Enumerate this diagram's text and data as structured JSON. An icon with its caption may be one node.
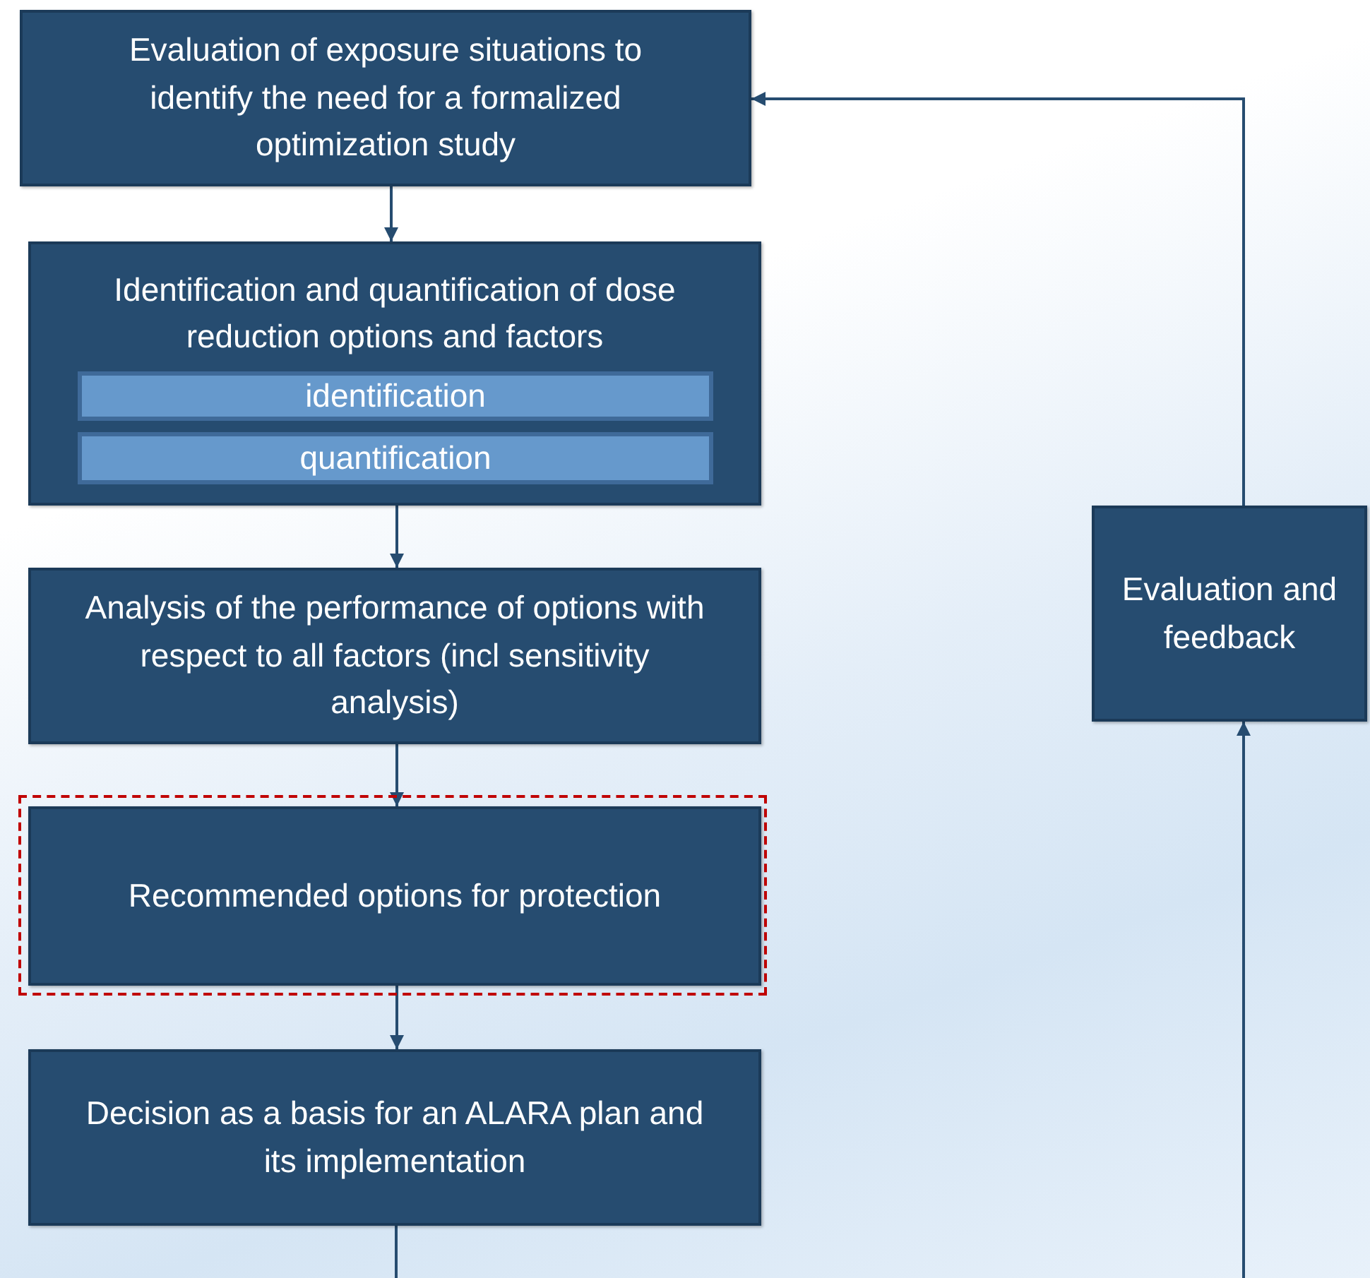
{
  "diagram": {
    "nodes": [
      {
        "text": [
          "Evaluation of exposure situations to identify the need for a formalized optimization study"
        ]
      },
      {
        "text": [
          "Identification and quantification of dose reduction options and factors"
        ]
      },
      {
        "text": [
          "identification"
        ],
        "in": 1
      },
      {
        "text": [
          "quantification"
        ],
        "in": 1
      },
      {
        "text": [
          "Analysis of the performance of options with respect to all factors (incl sensitivity analysis)"
        ]
      },
      {
        "text": [],
        "shape": "box"
      },
      {
        "text": [
          "Recommended options for protection"
        ],
        "in": 5
      },
      {
        "text": [
          "Decision as a basis for an ALARA plan and its implementation"
        ]
      },
      {
        "text": [
          "Evaluation and feedback"
        ]
      }
    ],
    "edges": [
      {
        "from": 0,
        "to": 1,
        "arrow": "to"
      },
      {
        "from": 1,
        "to": 4,
        "arrow": "to"
      },
      {
        "from": 4,
        "to": 6,
        "arrow": "to"
      },
      {
        "from": 6,
        "to": 7,
        "arrow": "to"
      },
      {
        "from": 8,
        "to": 0,
        "arrow": "to"
      },
      {
        "from": 7,
        "to": null,
        "arrow": "none"
      },
      {
        "from": null,
        "to": 8,
        "arrow": "to"
      }
    ]
  }
}
